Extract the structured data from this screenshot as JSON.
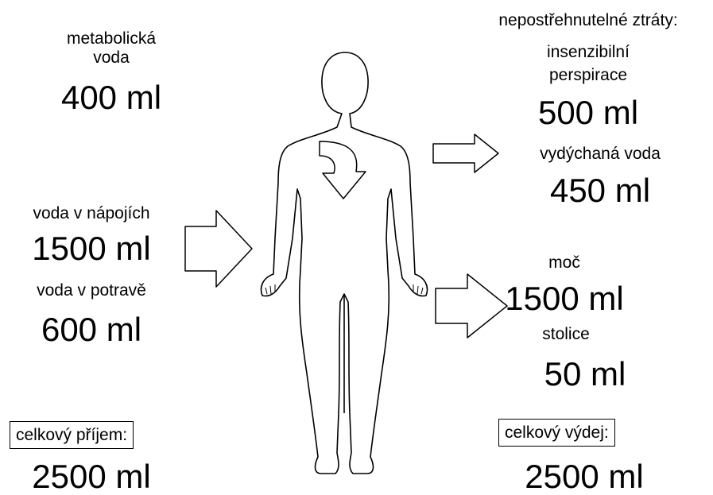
{
  "intake": {
    "metabolic": {
      "label_line1": "metabolická",
      "label_line2": "voda",
      "value": "400 ml"
    },
    "drinks": {
      "label": "voda v nápojích",
      "value": "1500 ml"
    },
    "food": {
      "label": "voda v potravě",
      "value": "600 ml"
    },
    "total": {
      "label": "celkový příjem:",
      "value": "2500 ml"
    }
  },
  "output": {
    "insensible": {
      "label_line1": "nepostřehnutelné ztráty:",
      "label_line2": "insenzibilní",
      "label_line3": "perspirace",
      "value": "500 ml"
    },
    "exhaled": {
      "label": "vydýchaná voda",
      "value": "450 ml"
    },
    "urine": {
      "label": "moč",
      "value": "1500 ml"
    },
    "stool": {
      "label": "stolice",
      "value": "50 ml"
    },
    "total": {
      "label": "celkový výdej:",
      "value": "2500 ml"
    }
  }
}
